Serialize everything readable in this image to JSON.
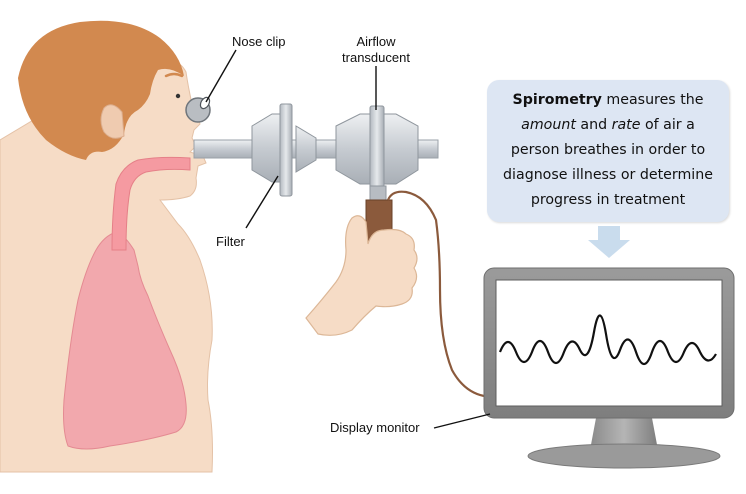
{
  "labels": {
    "nose_clip": "Nose clip",
    "airflow_line1": "Airflow",
    "airflow_line2": "transducent",
    "filter": "Filter",
    "display_monitor": "Display monitor"
  },
  "callout": {
    "term": "Spirometry",
    "t1": " measures the",
    "amount": "amount",
    "t2": " and ",
    "rate": "rate",
    "t3": " of air a",
    "line3": "person breathes in order to",
    "line4": "diagnose illness or determine",
    "line5": "progress in treatment"
  },
  "colors": {
    "skin": "#f6dcc6",
    "hair": "#d2894f",
    "lung": "#f2a8ad",
    "airway": "#f59aa1",
    "device": "#c8cdd3",
    "handle": "#8b5a3c",
    "callout_bg": "#dde6f3",
    "arrow": "#c9dced",
    "monitor_frame": "#8f8f8f",
    "screen": "#ffffff"
  }
}
